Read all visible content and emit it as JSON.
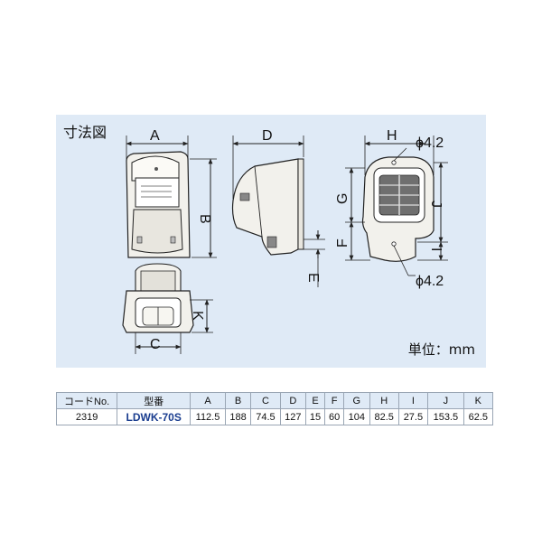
{
  "panel": {
    "title": "寸法図",
    "unit_label": "単位：mm"
  },
  "dimension_labels": {
    "A": "A",
    "B": "B",
    "C": "C",
    "D": "D",
    "E": "E",
    "F": "F",
    "G": "G",
    "H": "H",
    "I": "I",
    "J": "J",
    "K": "K",
    "phi_top": "ϕ4.2",
    "phi_bottom": "ϕ4.2"
  },
  "spec_table": {
    "headers": [
      "コードNo.",
      "型番",
      "A",
      "B",
      "C",
      "D",
      "E",
      "F",
      "G",
      "H",
      "I",
      "J",
      "K"
    ],
    "row": [
      "2319",
      "LDWK-70S",
      "112.5",
      "188",
      "74.5",
      "127",
      "15",
      "60",
      "104",
      "82.5",
      "27.5",
      "153.5",
      "62.5"
    ]
  },
  "colors": {
    "panel_bg": "#dfeaf6",
    "model_text": "#1a3d8f",
    "line": "#222222"
  }
}
